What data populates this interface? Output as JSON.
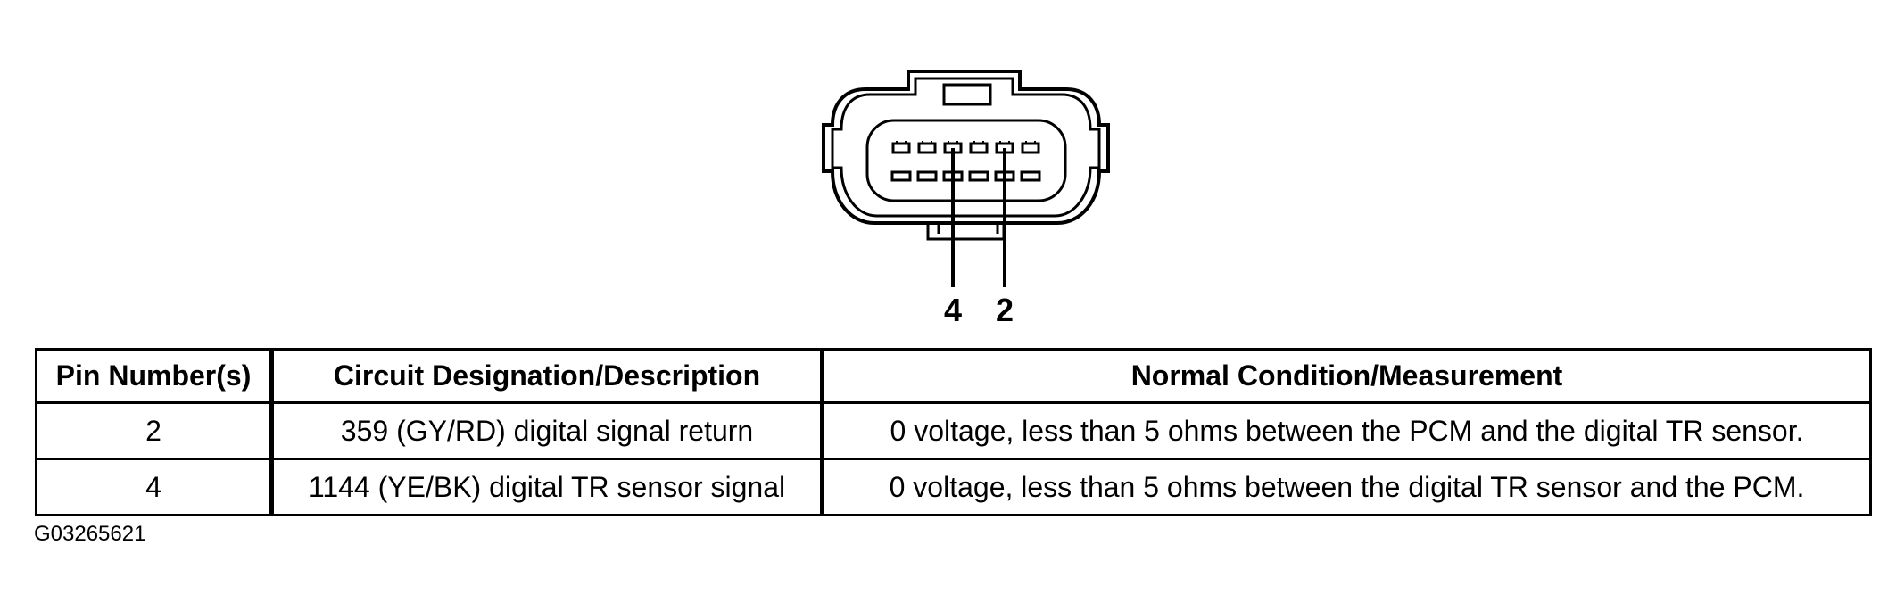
{
  "figure": {
    "pin_callouts": [
      "4",
      "2"
    ],
    "figure_id": "G03265621"
  },
  "table": {
    "headers": [
      "Pin Number(s)",
      "Circuit Designation/Description",
      "Normal Condition/Measurement"
    ],
    "rows": [
      [
        "2",
        "359 (GY/RD) digital signal return",
        "0 voltage, less than 5 ohms between the PCM and the digital TR sensor."
      ],
      [
        "4",
        "1144 (YE/BK) digital TR sensor signal",
        "0 voltage, less than 5 ohms between the digital TR sensor and the PCM."
      ]
    ]
  }
}
